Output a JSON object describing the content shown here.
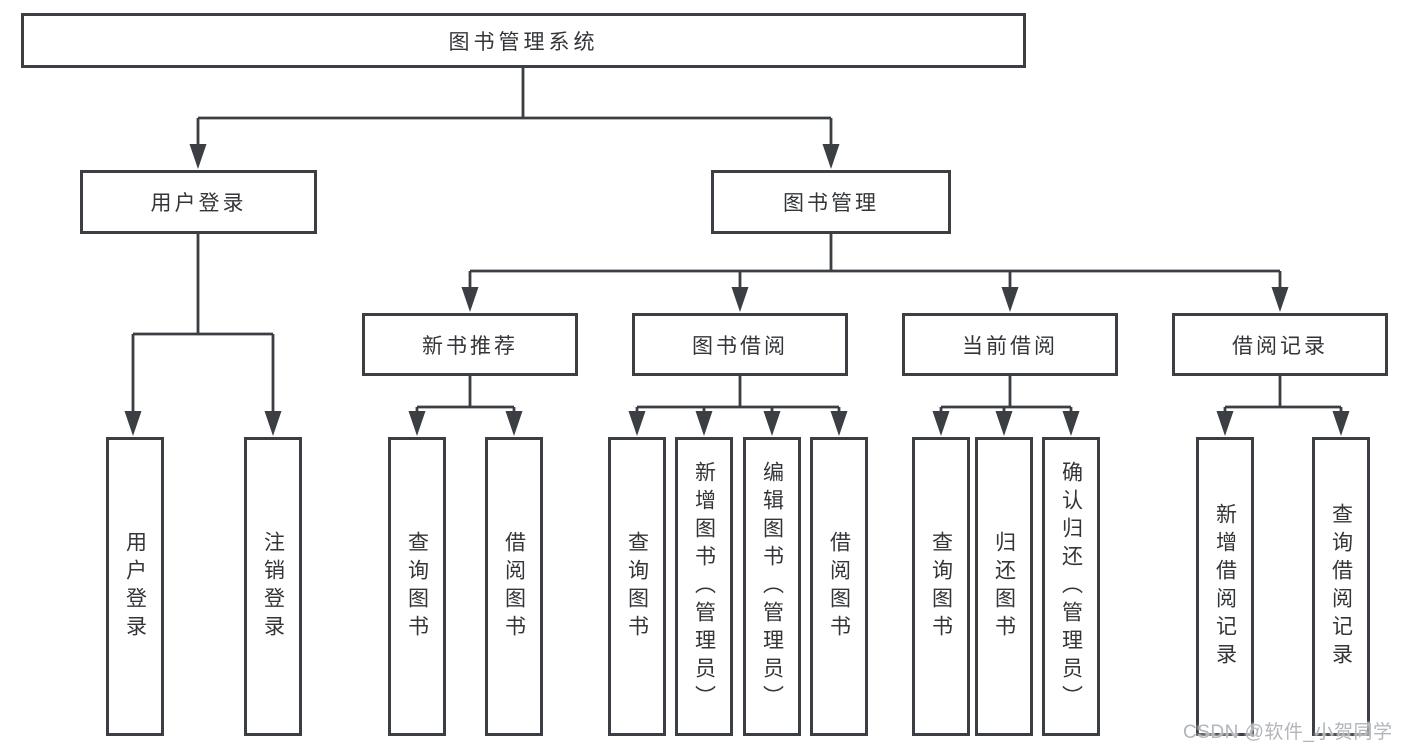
{
  "colors": {
    "line": "#3b3e42",
    "text": "#333538",
    "background": "#ffffff",
    "watermark": "#b2b5ba"
  },
  "watermark": {
    "text": "CSDN @软件_小贺同学"
  },
  "tree": {
    "label": "图书管理系统",
    "children": [
      {
        "label": "用户登录",
        "children": [
          {
            "label": "用户登录"
          },
          {
            "label": "注销登录"
          }
        ]
      },
      {
        "label": "图书管理",
        "children": [
          {
            "label": "新书推荐",
            "children": [
              {
                "label": "查询图书"
              },
              {
                "label": "借阅图书"
              }
            ]
          },
          {
            "label": "图书借阅",
            "children": [
              {
                "label": "查询图书"
              },
              {
                "label": "新增图书（管理员）"
              },
              {
                "label": "编辑图书（管理员）"
              },
              {
                "label": "借阅图书"
              }
            ]
          },
          {
            "label": "当前借阅",
            "children": [
              {
                "label": "查询图书"
              },
              {
                "label": "归还图书"
              },
              {
                "label": "确认归还（管理员）"
              }
            ]
          },
          {
            "label": "借阅记录",
            "children": [
              {
                "label": "新增借阅记录"
              },
              {
                "label": "查询借阅记录"
              }
            ]
          }
        ]
      }
    ]
  }
}
